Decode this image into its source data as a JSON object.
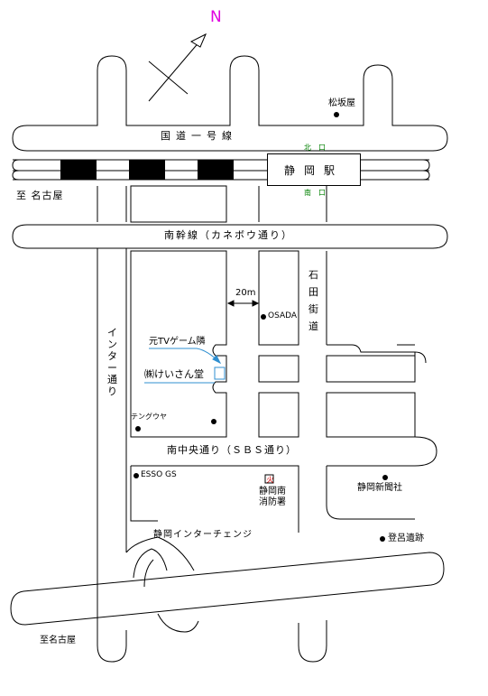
{
  "compass": {
    "north": "N"
  },
  "roads": {
    "route1": "国道一号線",
    "nankan": "南幹線（カネボウ通り）",
    "minami_chuo": "南中央通り（ＳＢＳ通り）",
    "inter_dori": "インター通り",
    "ishida_kaido": "石田街道",
    "interchange": "静岡インターチェンジ",
    "to_nagoya_top": "至 名古屋",
    "to_nagoya_bottom": "至名古屋"
  },
  "station": {
    "name": "静岡駅",
    "north_exit": "北口",
    "south_exit": "南口"
  },
  "landmarks": {
    "matsuzakaya": "松坂屋",
    "osada": "OSADA",
    "former_tv_game": "元TVゲーム隣",
    "target_shop": "㈱けいさん堂",
    "tengu": "テングウヤ",
    "esso": "ESSO GS",
    "fire_station": "静岡南消防署",
    "shimbun": "静岡新聞社",
    "toro_iseki": "登呂遺跡"
  },
  "distance": "20m",
  "colors": {
    "north": "#e000e0",
    "exit_label": "#008000",
    "target": "#2f8fd0"
  }
}
